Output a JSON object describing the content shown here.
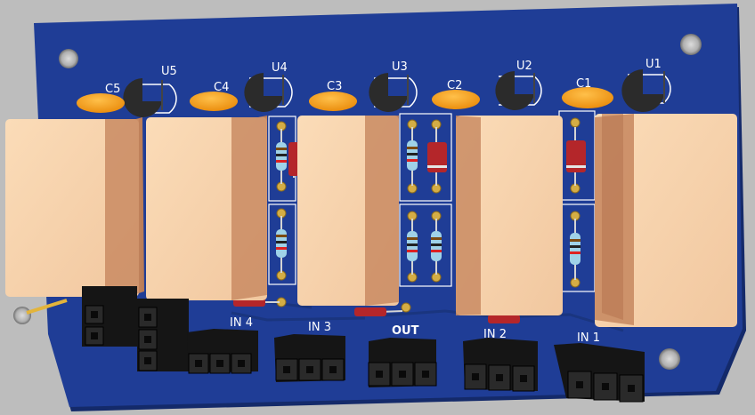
{
  "board": {
    "colors": {
      "background": "#bdbdbd",
      "pcb": "#1d3a8f",
      "pcb_edge": "#142a6a",
      "silkscreen": "#ffffff",
      "relay_face": "#f7d3ad",
      "relay_side": "#c98b63",
      "capacitor": "#f39c12",
      "transistor": "#2a2a2a",
      "diode": "#b4262a",
      "resistor": "#9fd2e8",
      "pad": "#c9a23a",
      "header": "#151515"
    },
    "transistors": [
      "U5",
      "U4",
      "U3",
      "U2",
      "U1"
    ],
    "capacitors": [
      "C5",
      "C4",
      "C3",
      "C2",
      "C1"
    ],
    "connectors": [
      "IN 4",
      "IN 3",
      "OUT",
      "IN 2",
      "IN 1"
    ]
  }
}
